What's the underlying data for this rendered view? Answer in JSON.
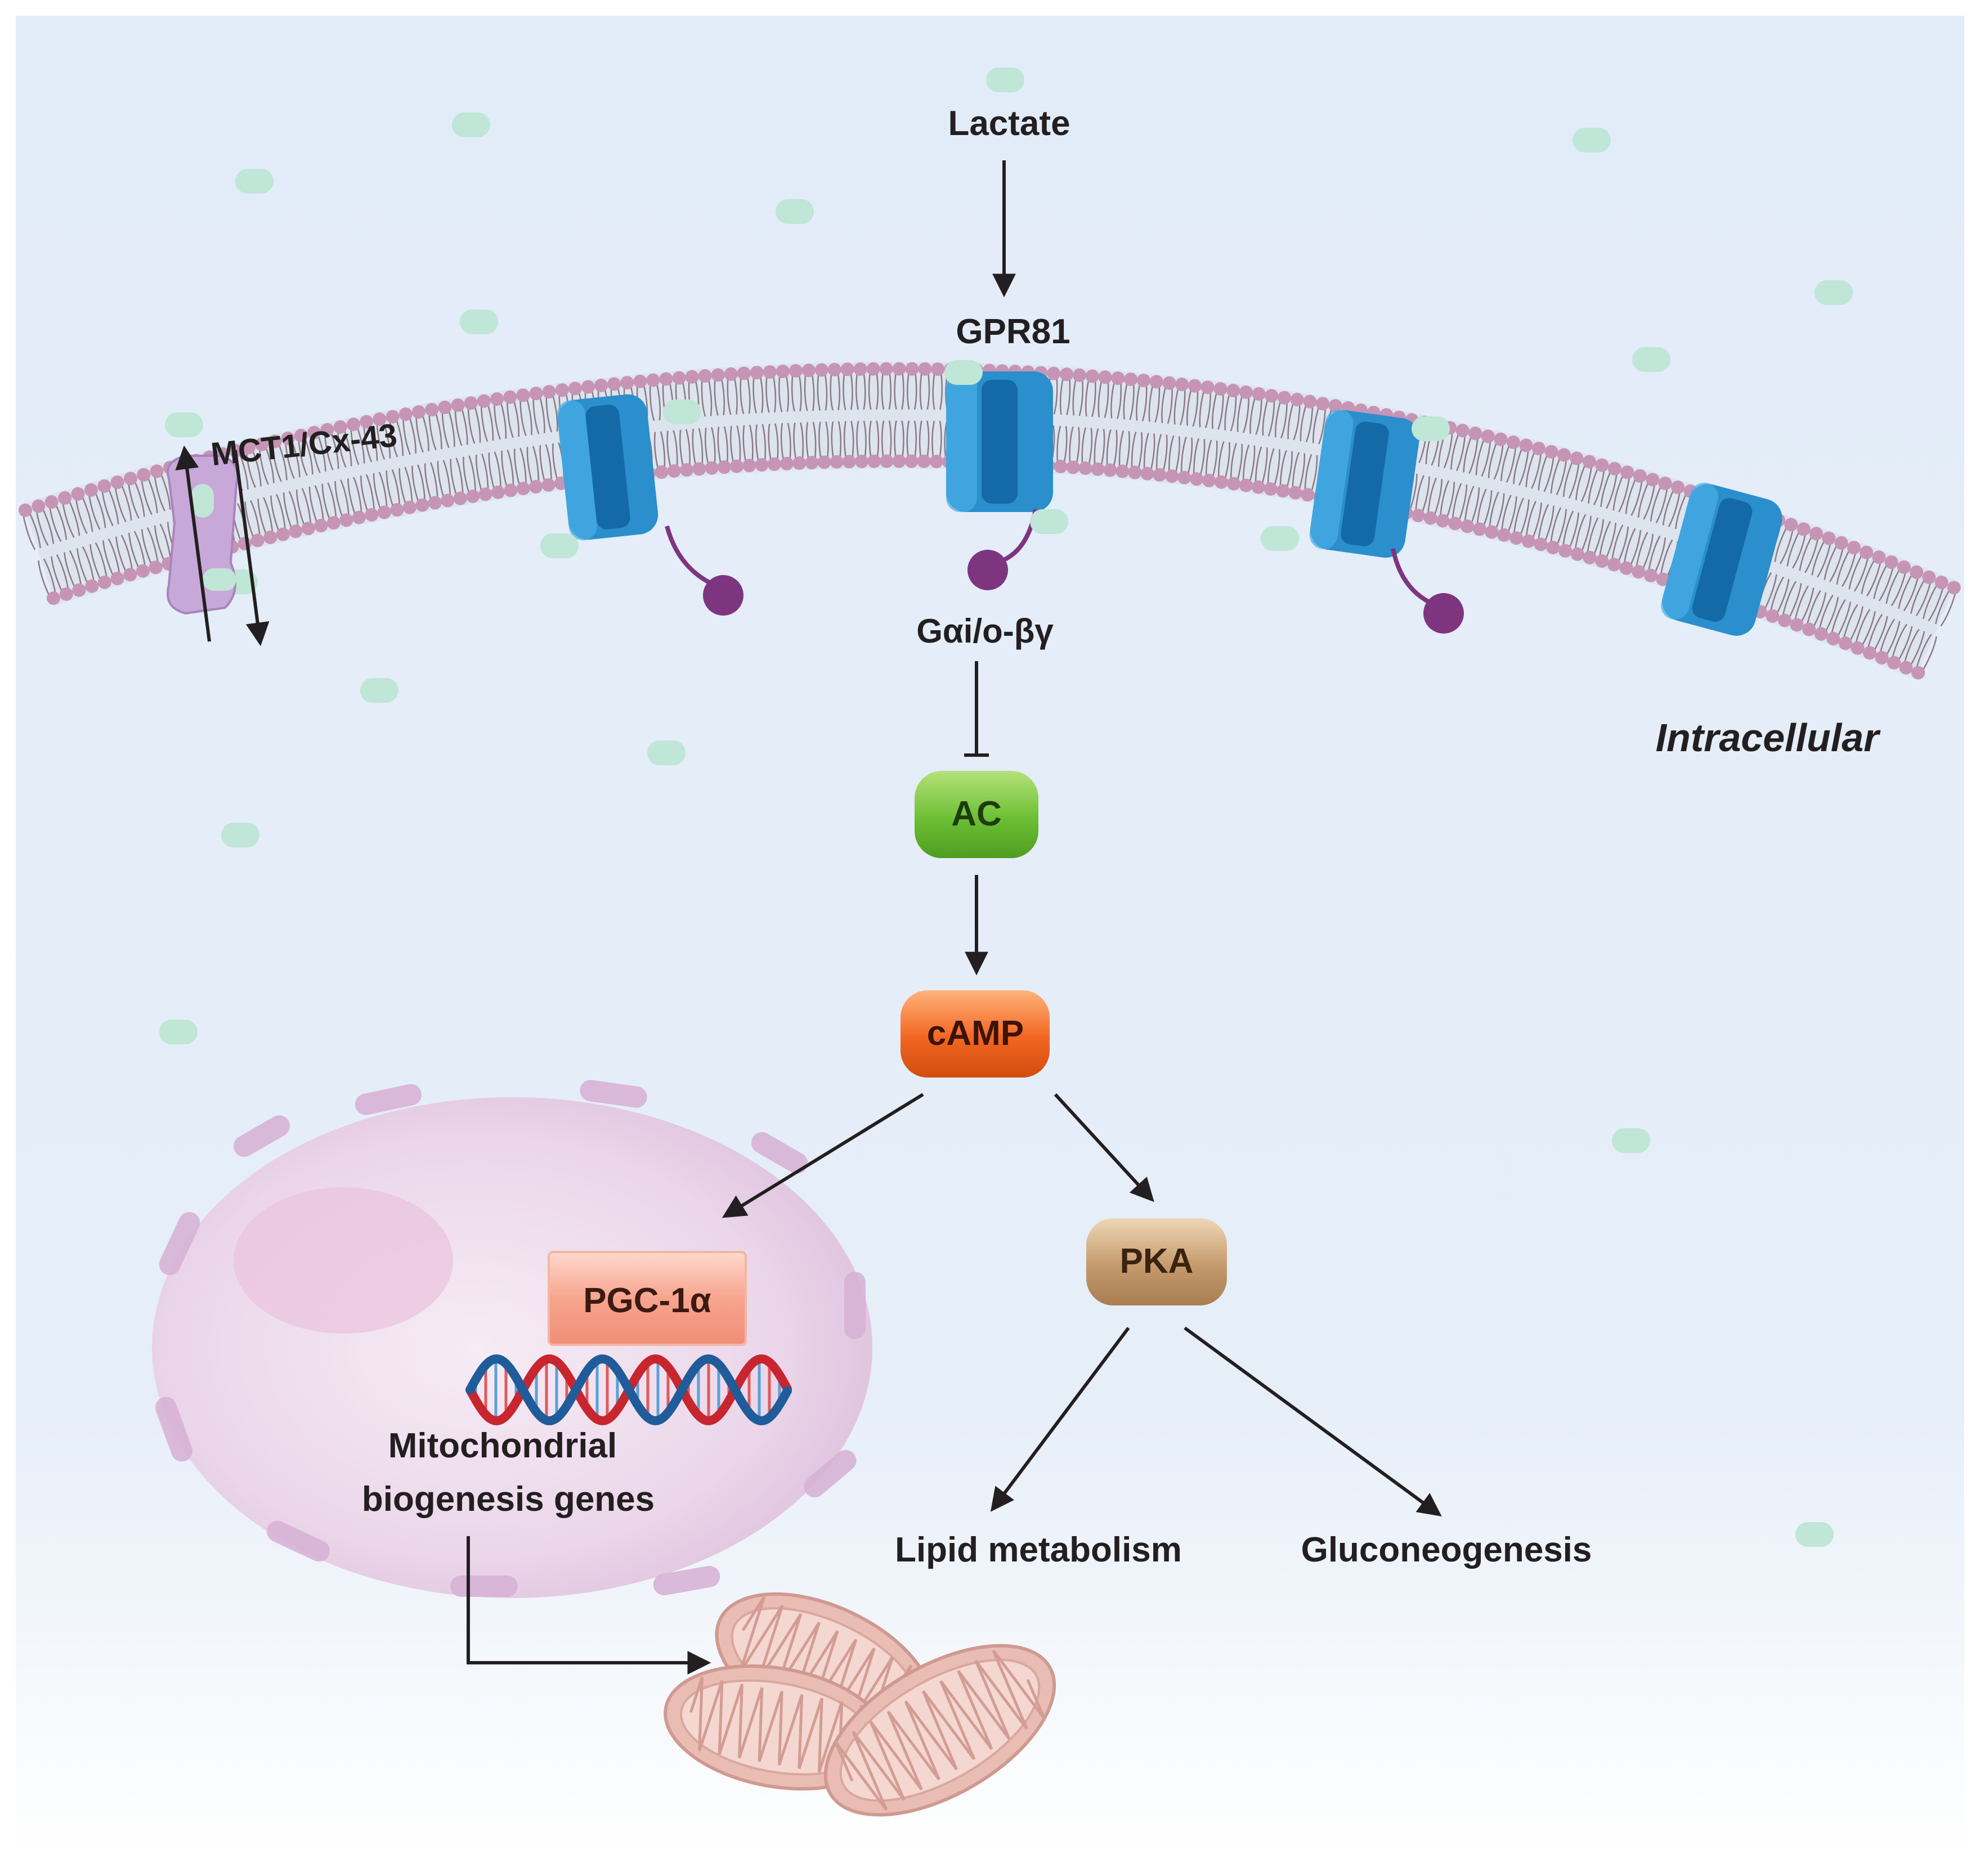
{
  "labels": {
    "lactate": "Lactate",
    "gpr81": "GPR81",
    "mct": "MCT1/Cx-43",
    "g_protein": "Gαi/o-βγ",
    "intracellular": "Intracellular",
    "ac": "AC",
    "camp": "cAMP",
    "pka": "PKA",
    "pgc": "PGC-1α",
    "mito_genes_line1": "Mitochondrial",
    "mito_genes_line2": "biogenesis genes",
    "lipid": "Lipid metabolism",
    "gluco": "Gluconeogenesis"
  },
  "colors": {
    "background_top": "#e2ecf8",
    "background_bottom": "#ffffff",
    "membrane_lipid": "#c695b5",
    "membrane_tail": "#8a7a86",
    "receptor": "#2a8fcc",
    "receptor_dark": "#146aa6",
    "g_protein_ball": "#7e3580",
    "mct_transporter": "#c7a8d8",
    "lactate_dot": "#bfe6d6",
    "ac_node": "#6cbf34",
    "camp_node": "#f26522",
    "pka_node": "#c49a6c",
    "pgc_box": "#f7a48e",
    "nucleus": "#ead3e8",
    "dna_red": "#c8262e",
    "dna_blue": "#1f5c99",
    "mitochondria": "#e9bcb4",
    "arrow": "#231f20"
  },
  "icons": [
    "lipid-bilayer-membrane",
    "gpr81-receptor-icon",
    "mct-transporter-icon",
    "g-protein-icon",
    "nucleus-icon",
    "dna-helix-icon",
    "mitochondria-icon",
    "lactate-molecule-icon"
  ]
}
